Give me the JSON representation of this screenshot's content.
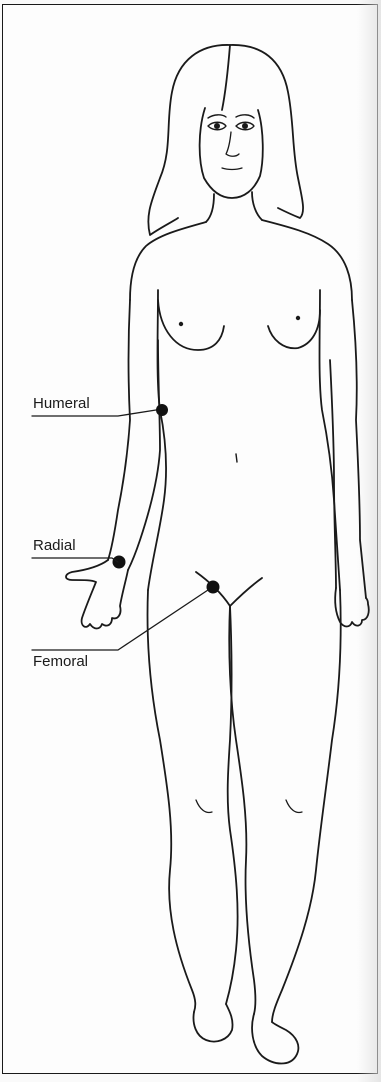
{
  "labels": {
    "humeral": "Humeral",
    "radial": "Radial",
    "femoral": "Femoral"
  },
  "colors": {
    "line": "#1a1a1a",
    "pulse_point": "#111111",
    "background": "#fdfdfd"
  }
}
